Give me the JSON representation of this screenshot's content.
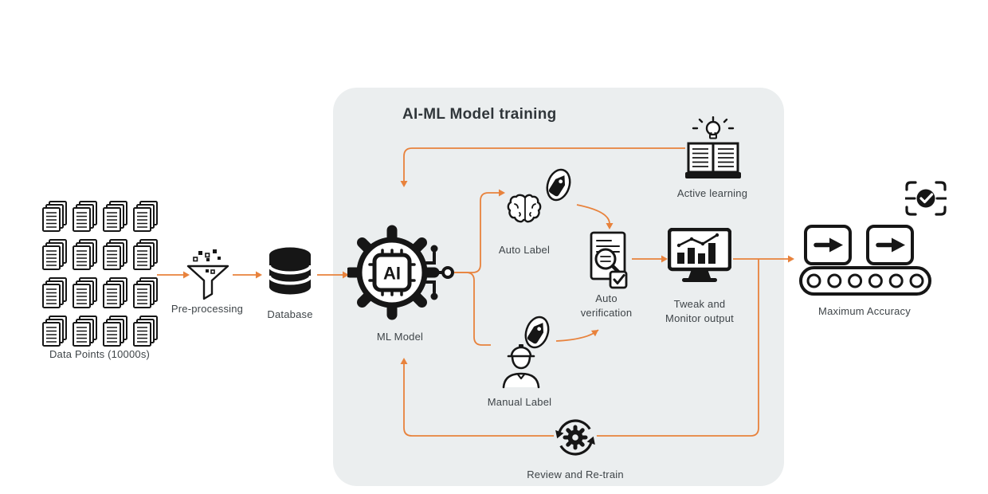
{
  "diagram": {
    "title": "AI-ML Model training",
    "chip_label": "AI",
    "nodes": {
      "data_points": "Data Points (10000s)",
      "pre_processing": "Pre-processing",
      "database": "Database",
      "ml_model": "ML Model",
      "auto_label": "Auto Label",
      "manual_label": "Manual Label",
      "active_learning": "Active learning",
      "auto_verification": "Auto verification",
      "tweak_monitor": "Tweak and Monitor output",
      "maximum_accuracy": "Maximum Accuracy",
      "review_retrain": "Review and Re-train"
    },
    "colors": {
      "arrow": "#E8823C",
      "icon": "#161616",
      "panel": "#EBEEEF",
      "text": "#3E4448"
    }
  }
}
